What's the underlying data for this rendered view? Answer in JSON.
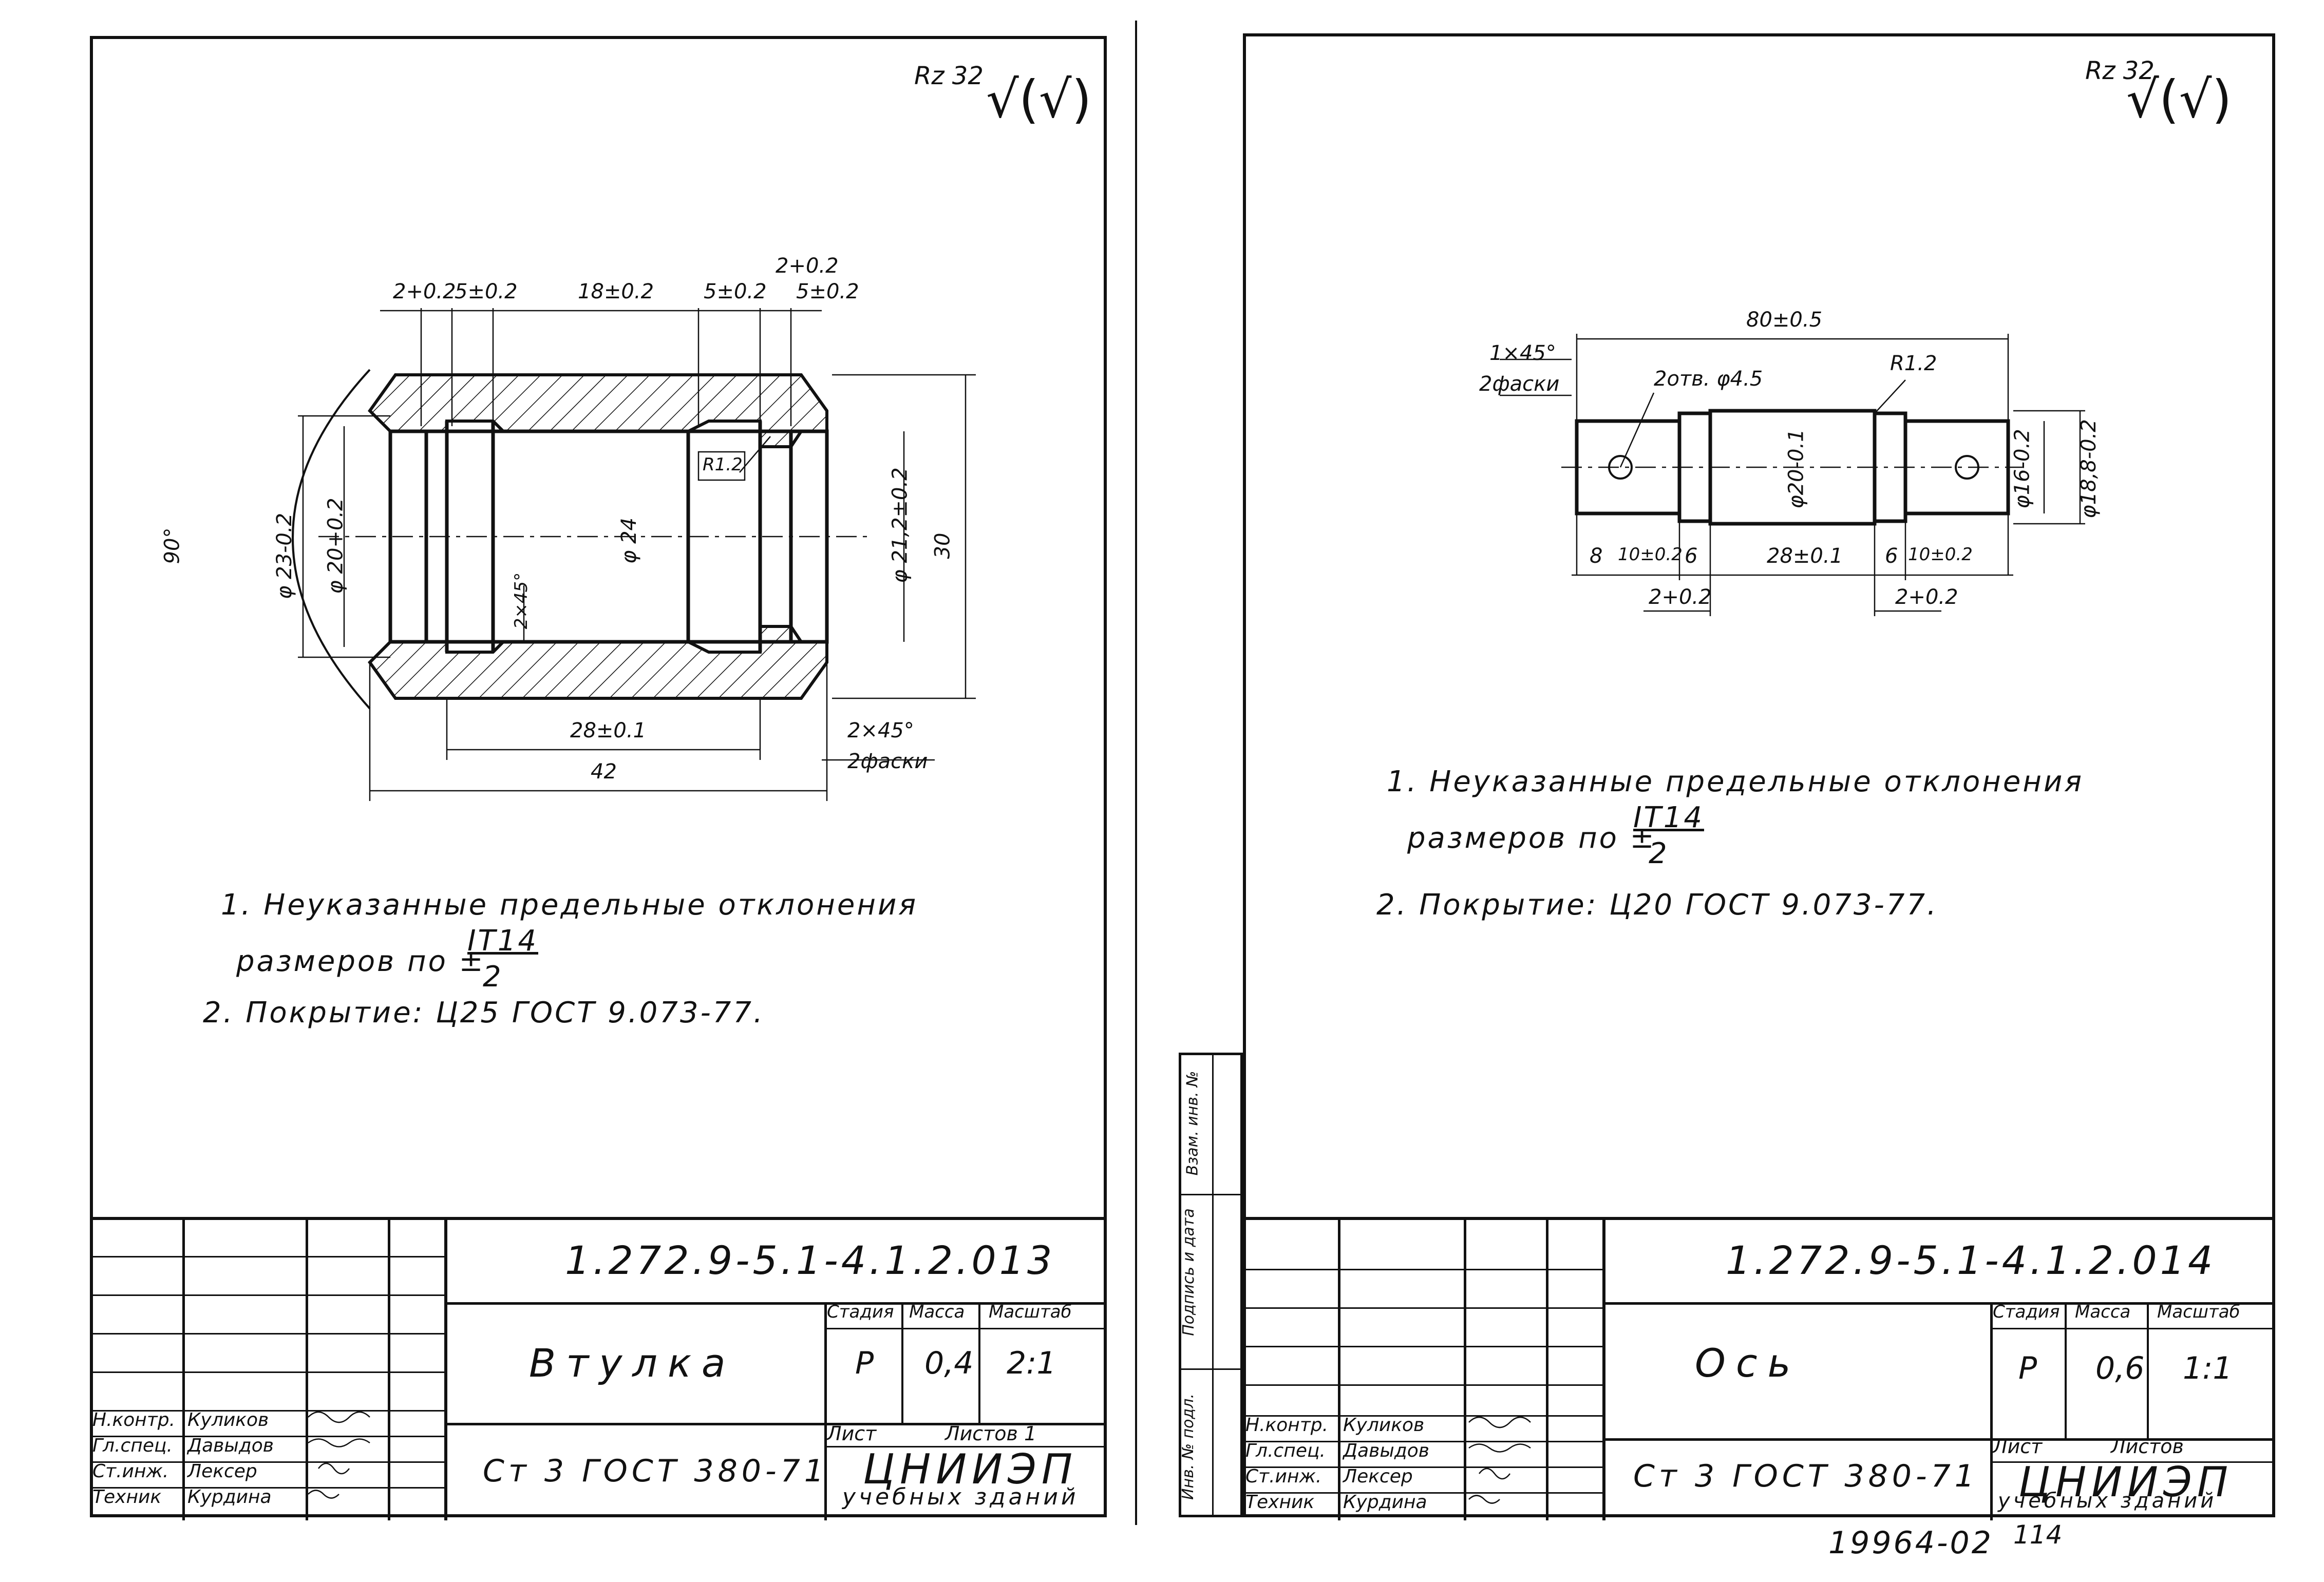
{
  "left_sheet": {
    "roughness": "Rz 32",
    "roughness_mark": "√(√)",
    "dimensions": {
      "d_2": "2+0.2",
      "d_5a": "5±0.2",
      "d_18": "18±0.2",
      "d_5b": "5±0.2",
      "d_2b": "2+0.2",
      "d_5c": "5±0.2",
      "angle": "90°",
      "dia23": "φ 23-0.2",
      "dia20": "φ 20+0.2",
      "dia24": "φ 24",
      "dia21": "φ 21,2±0.2",
      "h30": "30",
      "r12": "R1.2",
      "chamfer_inner": "2×45°",
      "d_28": "28±0.1",
      "d_42": "42",
      "chamfer_outer": "2×45°",
      "chamfer_count": "2фаски"
    },
    "notes": {
      "n1_line1": "1. Неуказанные предельные отклонения",
      "n1_line2": "размеров по ±",
      "n1_frac_num": "IT14",
      "n1_frac_den": "2",
      "n2": "2. Покрытие: Ц25 ГОСТ 9.073-77."
    },
    "title_block": {
      "code": "1.272.9-5.1-4.1.2.013",
      "name": "Втулка",
      "material": "Ст 3 ГОСТ 380-71",
      "stage_label": "Стадия",
      "mass_label": "Масса",
      "scale_label": "Масштаб",
      "stage": "Р",
      "mass": "0,4",
      "scale": "2:1",
      "sheet_label": "Лист",
      "sheets_label": "Листов 1",
      "org": "ЦНИИЭП",
      "org_sub": "учебных зданий",
      "roles": [
        "Н.контр.",
        "Гл.спец.",
        "Ст.инж.",
        "Техник"
      ],
      "names": [
        "Куликов",
        "Давыдов",
        "Лексер",
        "Курдина"
      ]
    }
  },
  "right_sheet": {
    "roughness": "Rz 32",
    "roughness_mark": "√(√)",
    "dimensions": {
      "chamfer": "1×45°",
      "chamfer_count": "2фаски",
      "d_80": "80±0.5",
      "holes": "2отв. φ4.5",
      "r12": "R1.2",
      "dia20": "φ20-0.1",
      "dia16": "φ16-0.2",
      "dia188": "φ18,8-0.2",
      "d_8": "8",
      "d_10a": "10±0.2",
      "d_6a": "6",
      "d_28": "28±0.1",
      "d_6b": "6",
      "d_10b": "10±0.2",
      "d_2a": "2+0.2",
      "d_2b": "2+0.2"
    },
    "notes": {
      "n1_line1": "1. Неуказанные предельные отклонения",
      "n1_line2": "размеров по ±",
      "n1_frac_num": "IT14",
      "n1_frac_den": "2",
      "n2": "2. Покрытие: Ц20 ГОСТ 9.073-77."
    },
    "title_block": {
      "code": "1.272.9-5.1-4.1.2.014",
      "name": "Ось",
      "material": "Ст 3 ГОСТ 380-71",
      "stage_label": "Стадия",
      "mass_label": "Масса",
      "scale_label": "Масштаб",
      "stage": "Р",
      "mass": "0,6",
      "scale": "1:1",
      "sheet_label": "Лист",
      "sheets_label": "Листов",
      "org": "ЦНИИЭП",
      "org_sub": "учебных зданий",
      "roles": [
        "Н.контр.",
        "Гл.спец.",
        "Ст.инж.",
        "Техник"
      ],
      "names": [
        "Куликов",
        "Давыдов",
        "Лексер",
        "Курдина"
      ],
      "side_labels": [
        "Инв. № подл.",
        "Подпись и дата",
        "Взам. инв. №"
      ]
    }
  },
  "footer": {
    "number": "19964-02",
    "page": "114"
  }
}
